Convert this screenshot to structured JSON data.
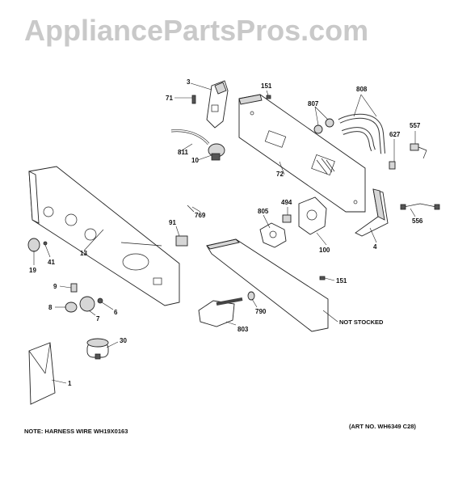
{
  "watermark": "AppliancePartsPros.com",
  "notes": {
    "harness": "NOTE: HARNESS WIRE WH19X0163",
    "art_no": "(ART NO. WH6349 C28)",
    "not_stocked": "NOT STOCKED"
  },
  "labels": {
    "p1": "1",
    "p3": "3",
    "p4": "4",
    "p6": "6",
    "p7": "7",
    "p8": "8",
    "p9": "9",
    "p10": "10",
    "p13": "13",
    "p19": "19",
    "p30": "30",
    "p41": "41",
    "p71": "71",
    "p72": "72",
    "p91": "91",
    "p100": "100",
    "p151a": "151",
    "p151b": "151",
    "p494": "494",
    "p556": "556",
    "p557": "557",
    "p627": "627",
    "p769": "769",
    "p790": "790",
    "p803": "803",
    "p805": "805",
    "p807": "807",
    "p808": "808",
    "p811": "811"
  }
}
